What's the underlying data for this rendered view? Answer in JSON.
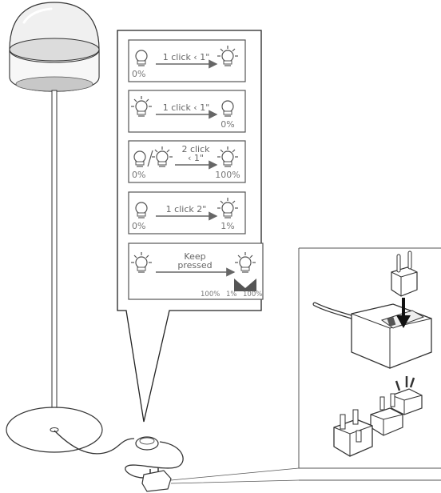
{
  "instructions": [
    {
      "from_state": "off",
      "from_level": "0%",
      "action_lines": [
        "1 click ‹ 1\""
      ],
      "to_state": "on",
      "to_level": ""
    },
    {
      "from_state": "on",
      "from_level": "",
      "action_lines": [
        "1 click ‹ 1\""
      ],
      "to_state": "off",
      "to_level": "0%"
    },
    {
      "from_state": "off-or-on",
      "from_level": "0%",
      "action_lines": [
        "2 click",
        "‹ 1\""
      ],
      "to_state": "on",
      "to_level": "100%"
    },
    {
      "from_state": "off",
      "from_level": "0%",
      "action_lines": [
        "1 click 2\""
      ],
      "to_state": "on",
      "to_level": "1%"
    },
    {
      "from_state": "on",
      "from_level": "",
      "action_lines": [
        "Keep",
        "pressed"
      ],
      "to_state": "on",
      "to_level": "",
      "dim_cycle": [
        "100%",
        "1%",
        "100%"
      ]
    }
  ],
  "illustration": {
    "lamp": "floor-lamp-with-glass-dome",
    "switch": "inline-foot-switch",
    "adapter": "power-adapter-with-interchangeable-plugs",
    "plugs": [
      "EU plug",
      "US plug",
      "AU plug",
      "UK plug"
    ]
  },
  "colors": {
    "line": "#333333",
    "panel_border": "#555555",
    "muted_text": "#666666",
    "dome_fill": "#e9e9e9"
  }
}
